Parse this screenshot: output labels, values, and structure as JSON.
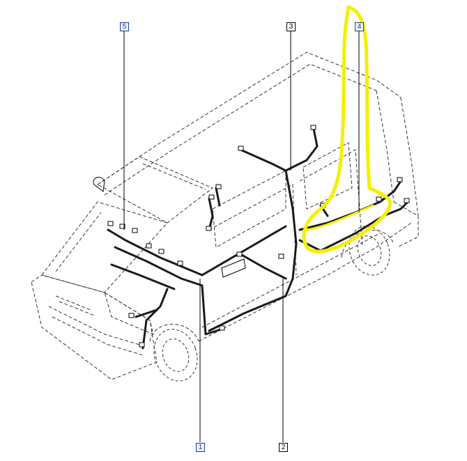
{
  "callouts": {
    "c1": "1",
    "c2": "2",
    "c3": "3",
    "c4": "4",
    "c5": "5"
  },
  "colors": {
    "line": "#000000",
    "dash": "#333333",
    "harness": "#1a1a1a",
    "highlight": "#f5f000",
    "callout_blue": "#1a3a8a"
  }
}
